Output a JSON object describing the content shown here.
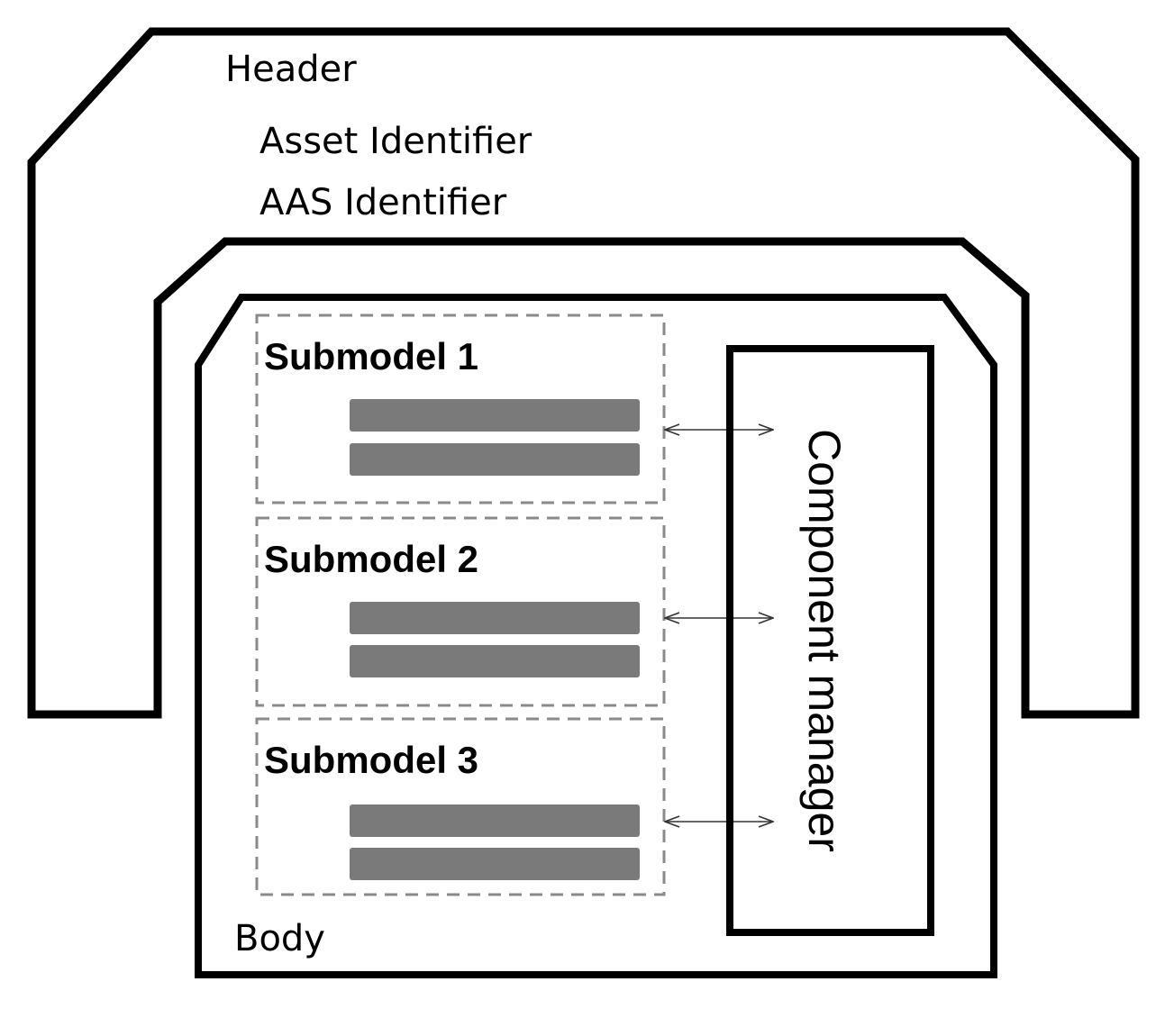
{
  "header_frame": {
    "title": "Header",
    "asset_identifier": "Asset Identifier",
    "aas_identifier": "AAS Identifier"
  },
  "body_frame": {
    "label": "Body"
  },
  "submodels": [
    {
      "title": "Submodel 1",
      "bar_count": 2
    },
    {
      "title": "Submodel 2",
      "bar_count": 2
    },
    {
      "title": "Submodel 3",
      "bar_count": 2
    }
  ],
  "component_manager": {
    "label": "Component manager"
  },
  "colors": {
    "outline": "#000000",
    "bar": "#7a7a7a",
    "dashed_border": "#8a8a8a",
    "background": "#ffffff"
  }
}
